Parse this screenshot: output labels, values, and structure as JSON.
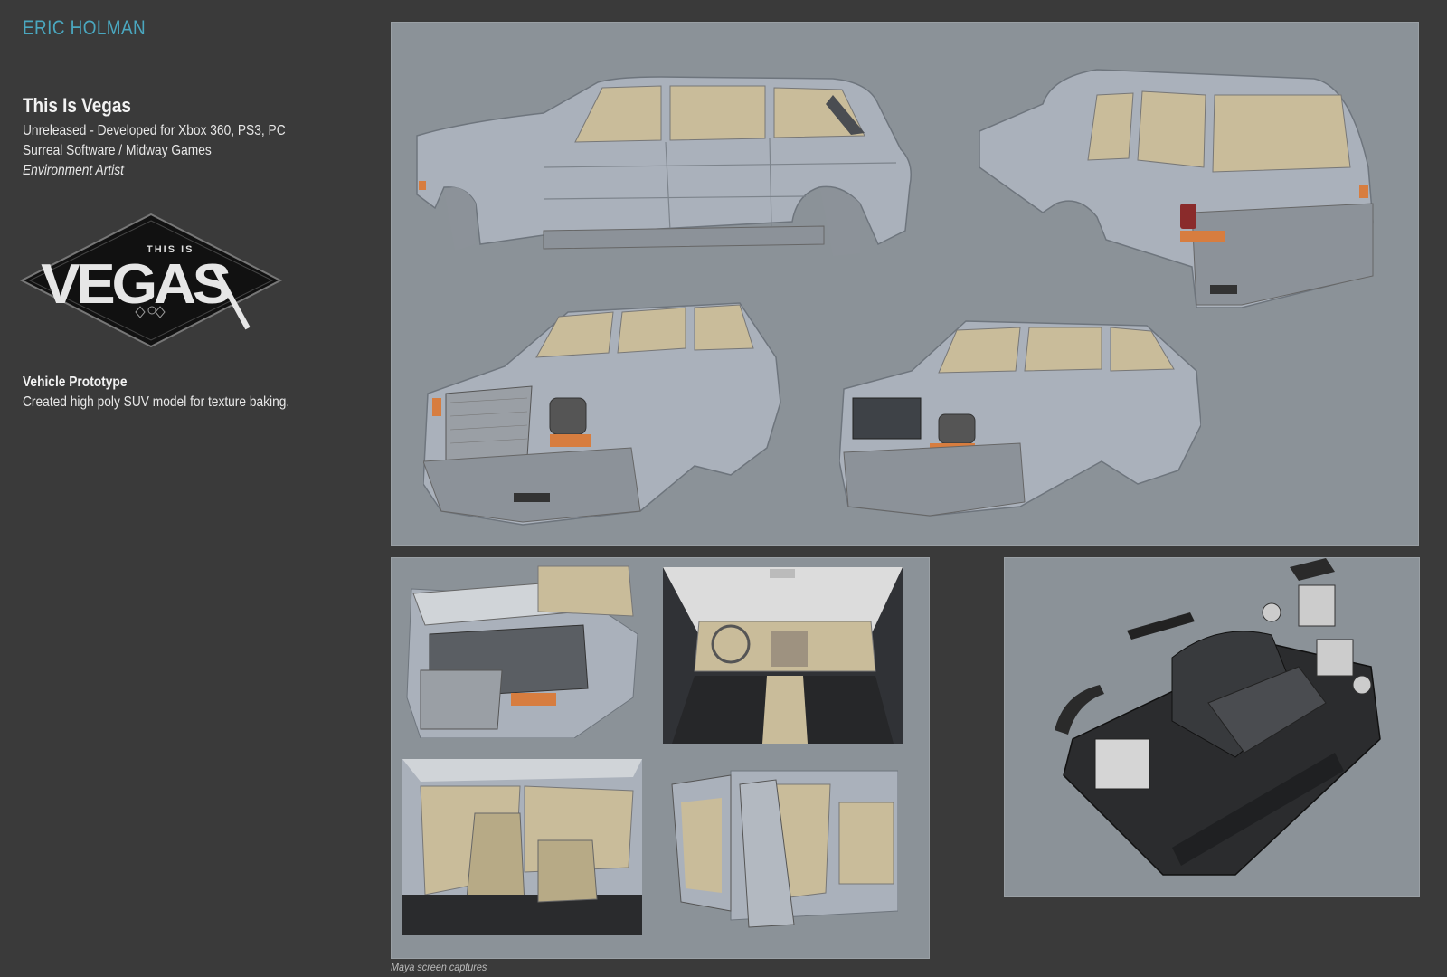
{
  "header": {
    "artist_name": "ERIC HOLMAN"
  },
  "project": {
    "title": "This Is Vegas",
    "status_line": "Unreleased - Developed for Xbox 360, PS3, PC",
    "studio_line": "Surreal Software / Midway Games",
    "role": "Environment Artist"
  },
  "logo": {
    "small_text": "THIS IS",
    "big_text": "VEGAS"
  },
  "description": {
    "title": "Vehicle Prototype",
    "text": "Created high poly SUV model for texture baking."
  },
  "gallery": {
    "caption": "Maya screen captures"
  },
  "colors": {
    "accent": "#4aa7bf",
    "background": "#3a3a3a",
    "viewport": "#8b9298",
    "body_paint": "#aab1bb",
    "interior": "#c9bc9a",
    "orange_light": "#d77d3f"
  }
}
